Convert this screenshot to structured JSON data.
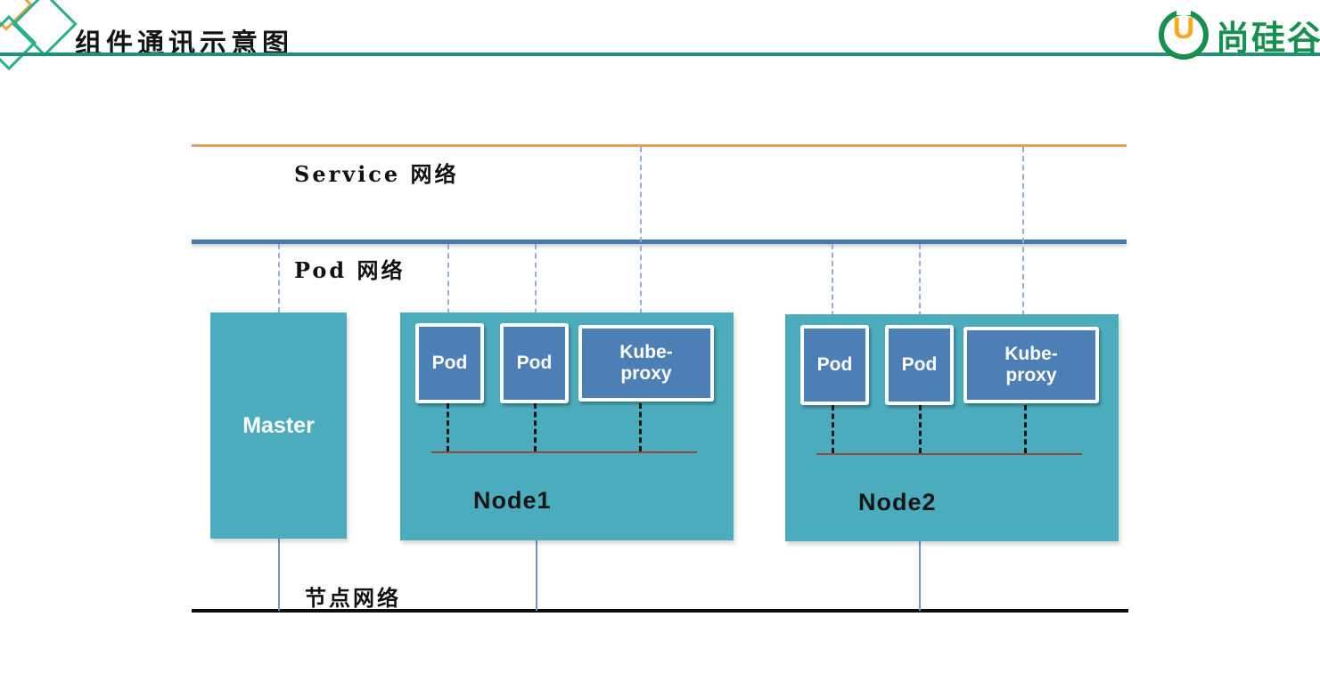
{
  "header": {
    "title": "组件通讯示意图",
    "brand": {
      "u_glyph": "U",
      "name": "尚硅谷"
    }
  },
  "networks": {
    "service_label": "Service 网络",
    "pod_label": "Pod 网络",
    "node_label": "节点网络"
  },
  "master": {
    "label": "Master"
  },
  "nodes": [
    {
      "name": "Node1",
      "pods": [
        "Pod",
        "Pod"
      ],
      "proxy_line1": "Kube-",
      "proxy_line2": "proxy"
    },
    {
      "name": "Node2",
      "pods": [
        "Pod",
        "Pod"
      ],
      "proxy_line1": "Kube-",
      "proxy_line2": "proxy"
    }
  ],
  "colors": {
    "header_rule_green": "#1B9377",
    "brand_green": "#16904E",
    "brand_orange": "#F7A81C",
    "logo_diamond_orange": "#EBA43C",
    "logo_diamond_green": "#27B08B",
    "service_line_orange": "#E2A060",
    "pod_line_blue": "#4878B0",
    "node_line_black": "#0D0D0D",
    "node_box_teal": "#4BACBD",
    "pod_box_blue": "#4D7FB7",
    "node_internal_bus_red": "#8F4A44",
    "connector_dashed_blue": "#97ADD2",
    "connector_solid_blue": "#7296C6"
  }
}
